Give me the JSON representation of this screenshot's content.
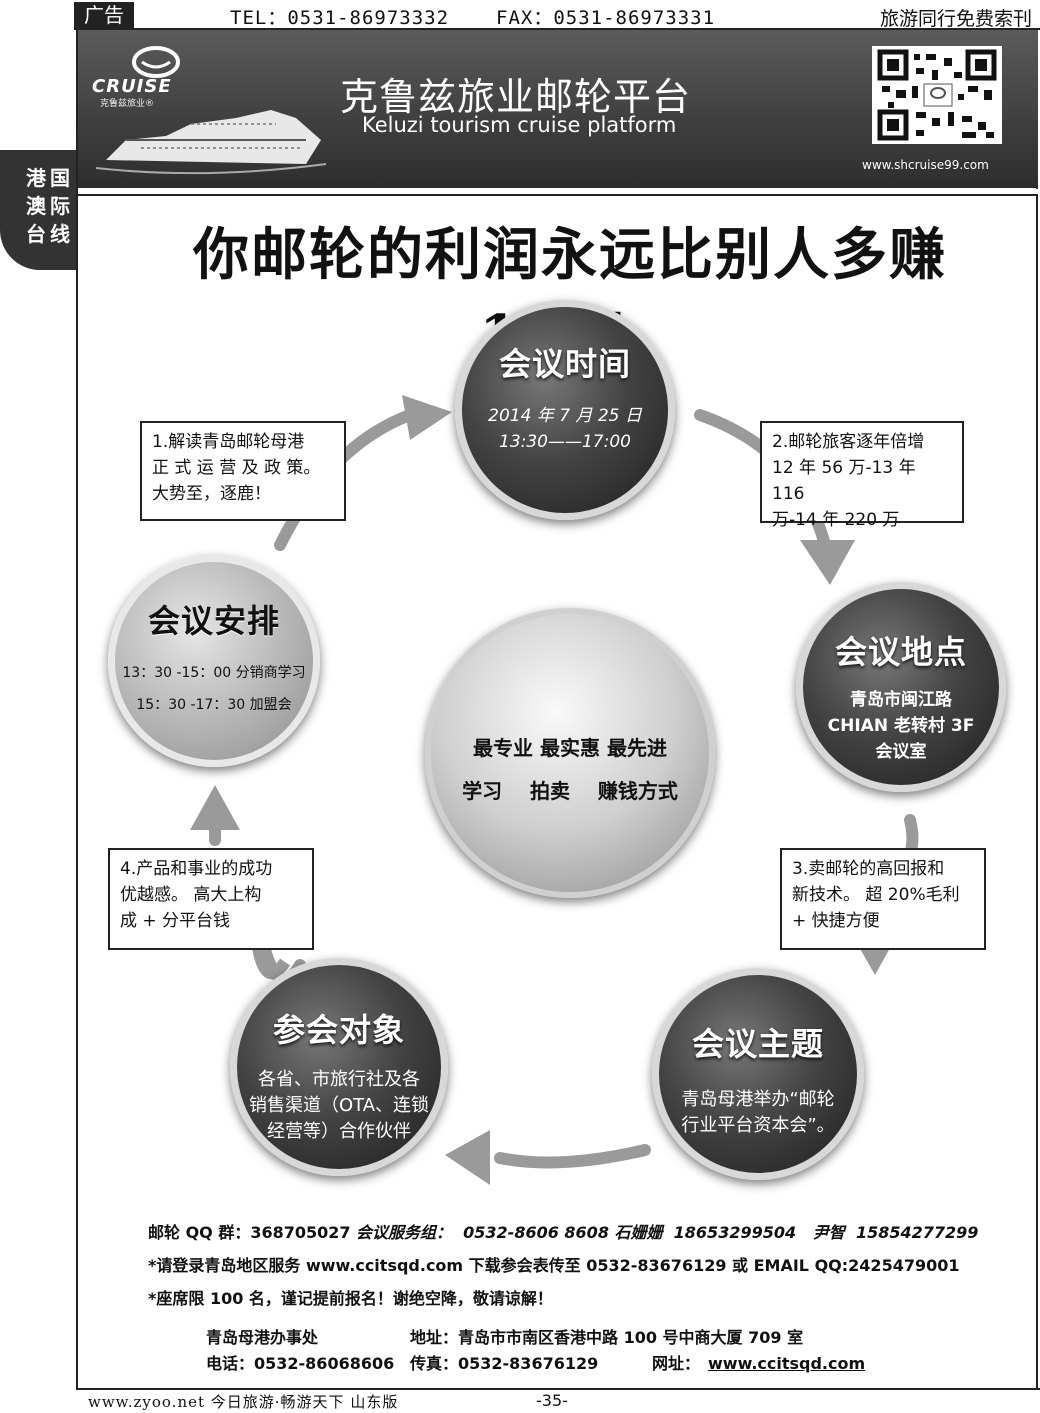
{
  "topbar": {
    "ad_tag": "广告",
    "tel": "TEL：0531-86973332",
    "fax": "FAX：0531-86973331",
    "free_index": "旅游同行免费索刊"
  },
  "side_tab": {
    "col1": "港澳台",
    "col2": "国际线"
  },
  "banner": {
    "logo": "CRUISE",
    "logo_sub": "克鲁兹旅业®",
    "title": "克鲁兹旅业邮轮平台",
    "subtitle": "Keluzi tourism  cruise platform",
    "url": "www.shcruise99.com"
  },
  "headline": "你邮轮的利润永远比别人多赚100！",
  "circles": {
    "time": {
      "title": "会议时间",
      "line1": "2014 年 7 月 25 日",
      "line2": "13:30——17:00"
    },
    "arrange": {
      "title": "会议安排",
      "line1": "13：30 -15：00  分销商学习",
      "line2": "15：30 -17：30  加盟会"
    },
    "location": {
      "title": "会议地点",
      "line1": "青岛市闽江路",
      "line2": "CHIAN 老转村 3F",
      "line3": "会议室"
    },
    "center": {
      "line1": "最专业  最实惠  最先进",
      "line2": "学习    拍卖    赚钱方式"
    },
    "audience": {
      "title": "参会对象",
      "line1": "各省、市旅行社及各",
      "line2": "销售渠道（OTA、连锁",
      "line3": "经营等）合作伙伴"
    },
    "theme": {
      "title": "会议主题",
      "line1": "青岛母港举办“邮轮",
      "line2": "行业平台资本会”。"
    }
  },
  "boxes": {
    "b1": {
      "line1": "1.解读青岛邮轮母港",
      "line2": "正 式 运 营 及 政 策。",
      "line3": "大势至，逐鹿！"
    },
    "b2": {
      "line1": "2.邮轮旅客逐年倍增",
      "line2": "12 年 56 万-13 年 116",
      "line3": "万-14 年 220 万"
    },
    "b3": {
      "line1": "3.卖邮轮的高回报和",
      "line2": "新技术。 超 20%毛利",
      "line3": "+ 快捷方便"
    },
    "b4": {
      "line1": "4.产品和事业的成功",
      "line2": "优越感。  高大上构",
      "line3": "成 + 分平台钱"
    }
  },
  "info": {
    "qq_label": "邮轮 QQ 群：368705027",
    "service": "会议服务组：  0532-8606 8608 石姗姗  18653299504   尹智  15854277299",
    "login": "*请登录青岛地区服务 www.ccitsqd.com 下载参会表传至 0532-83676129 或 EMAIL QQ:2425479001",
    "seats": "*座席限 100 名，谨记提前报名！谢绝空降，敬请谅解！",
    "office": "青岛母港办事处",
    "address": "地址：青岛市市南区香港中路 100 号中商大厦 709 室",
    "phone": "电话：0532-86068606",
    "fax": "传真：0532-83676129",
    "website_label": "网址：",
    "website": "www.ccitsqd.com"
  },
  "footer": {
    "text": "www.zyoo.net 今日旅游·畅游天下 山东版",
    "page": "-35-"
  }
}
